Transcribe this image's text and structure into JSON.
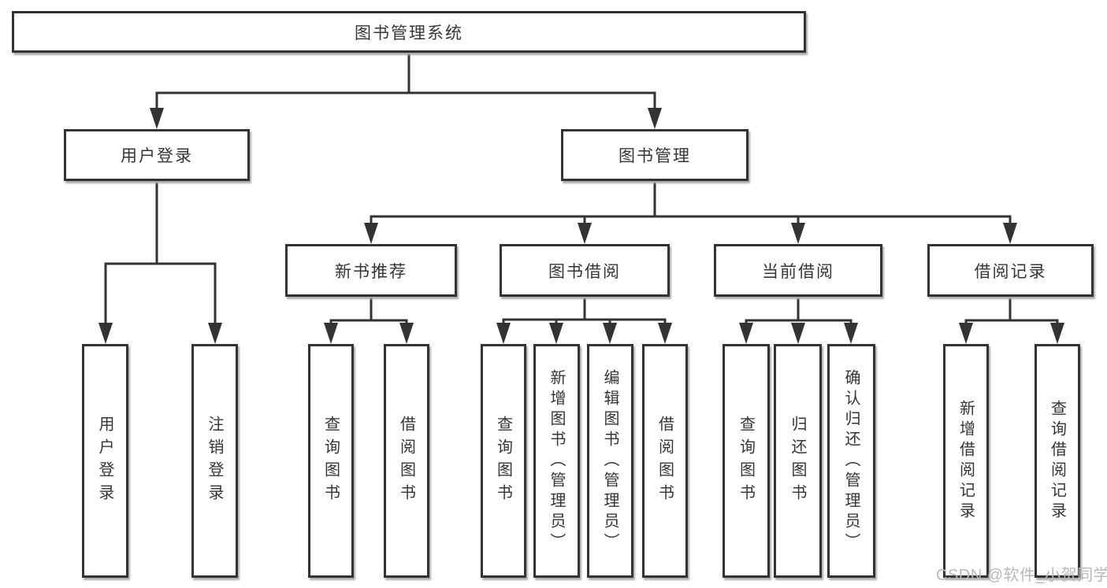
{
  "diagram": {
    "title": "图书管理系统",
    "level2": {
      "user_login": "用户登录",
      "book_mgmt": "图书管理"
    },
    "level3": {
      "new_book_rec": "新书推荐",
      "book_borrow": "图书借阅",
      "current_borrow": "当前借阅",
      "borrow_records": "借阅记录"
    },
    "leaves": {
      "user_login": [
        "用户登录",
        "注销登录"
      ],
      "new_book_rec": [
        "查询图书",
        "借阅图书"
      ],
      "book_borrow": [
        "查询图书",
        "新增图书（管理员）",
        "编辑图书（管理员）",
        "借阅图书"
      ],
      "current_borrow": [
        "查询图书",
        "归还图书",
        "确认归还（管理员）"
      ],
      "borrow_records": [
        "新增借阅记录",
        "查询借阅记录"
      ]
    }
  },
  "watermark": {
    "text": "CSDN @软件_小贺同学",
    "color": "#b9b9b9"
  },
  "colors": {
    "line": "#333333",
    "text": "#353535",
    "box_fill": "#ffffff",
    "background": "#ffffff"
  }
}
